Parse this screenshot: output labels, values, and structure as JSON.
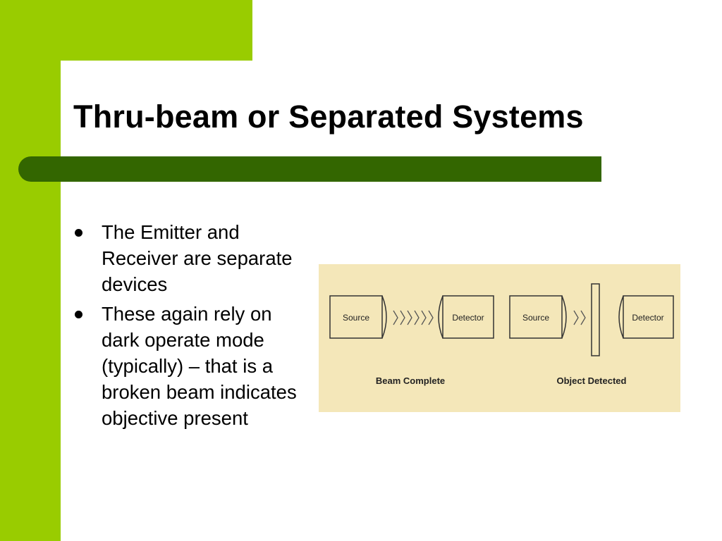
{
  "slide": {
    "title": "Thru-beam or Separated Systems",
    "bullets": [
      "The Emitter and Receiver are separate devices",
      "These again rely on dark operate mode (typically) – that is a broken beam indicates objective present"
    ]
  },
  "figure": {
    "left_panel": {
      "source_label": "Source",
      "detector_label": "Detector",
      "caption": "Beam Complete"
    },
    "right_panel": {
      "source_label": "Source",
      "detector_label": "Detector",
      "caption": "Object Detected"
    }
  },
  "colors": {
    "accent_green": "#99cc00",
    "title_bar_green": "#336600",
    "figure_background": "#f4e7b9"
  }
}
